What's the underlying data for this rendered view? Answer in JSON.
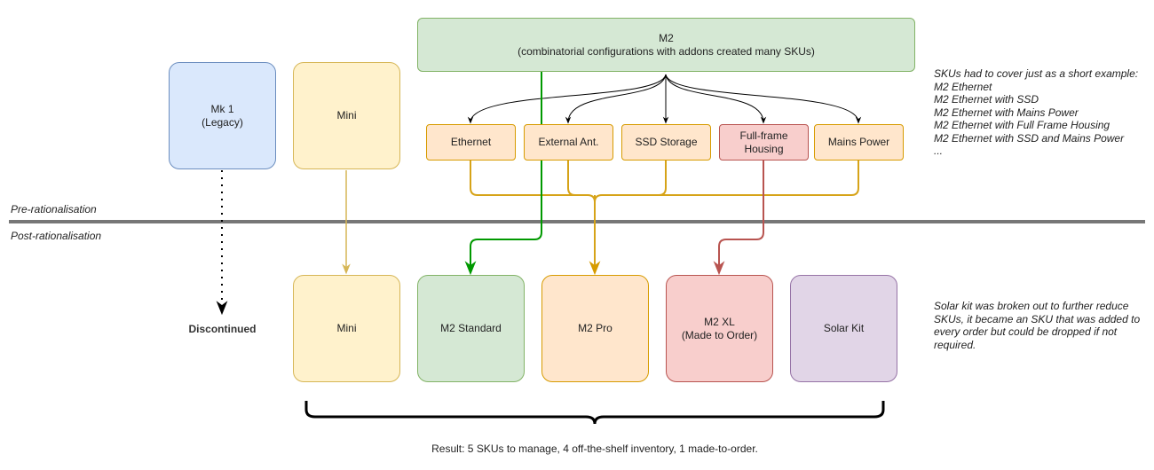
{
  "section_labels": {
    "pre": "Pre-rationalisation",
    "post": "Post-rationalisation"
  },
  "before": {
    "mk1": "Mk 1\n(Legacy)",
    "mini": "Mini",
    "m2": "M2\n(combinatorial configurations with addons created many SKUs)",
    "addons": {
      "ethernet": "Ethernet",
      "external_ant": "External Ant.",
      "ssd_storage": "SSD Storage",
      "full_frame_housing": "Full-frame\nHousing",
      "mains_power": "Mains Power"
    }
  },
  "after": {
    "discontinued": "Discontinued",
    "mini": "Mini",
    "m2_standard": "M2 Standard",
    "m2_pro": "M2 Pro",
    "m2_xl": "M2 XL\n(Made to Order)",
    "solar_kit": "Solar Kit"
  },
  "sku_note": {
    "lines": [
      "SKUs had to cover just as a short example:",
      "M2 Ethernet",
      "M2 Ethernet with SSD",
      "M2 Ethernet with Mains Power",
      "M2 Ethernet with Full Frame Housing",
      "M2 Ethernet with SSD and Mains Power",
      "..."
    ]
  },
  "solar_note": {
    "lines": [
      "Solar kit was broken out to further reduce",
      "SKUs, it became an SKU that was added to",
      "every order but could be dropped if not",
      "required."
    ]
  },
  "result": "Result: 5 SKUs to manage, 4 off-the-shelf inventory, 1 made-to-order.",
  "colors": {
    "green_fill": "#d5e8d4",
    "green_stroke": "#82b366",
    "blue_fill": "#dae8fc",
    "blue_stroke": "#6c8ebf",
    "yellow_fill": "#fff2cc",
    "yellow_stroke": "#d6b656",
    "orange_fill": "#ffe6cc",
    "orange_stroke": "#d79b00",
    "red_fill": "#f8cecc",
    "red_stroke": "#b85450",
    "purple_fill": "#e1d5e7",
    "purple_stroke": "#9673a6",
    "green_arrow": "#009900",
    "divider": "#777777"
  }
}
